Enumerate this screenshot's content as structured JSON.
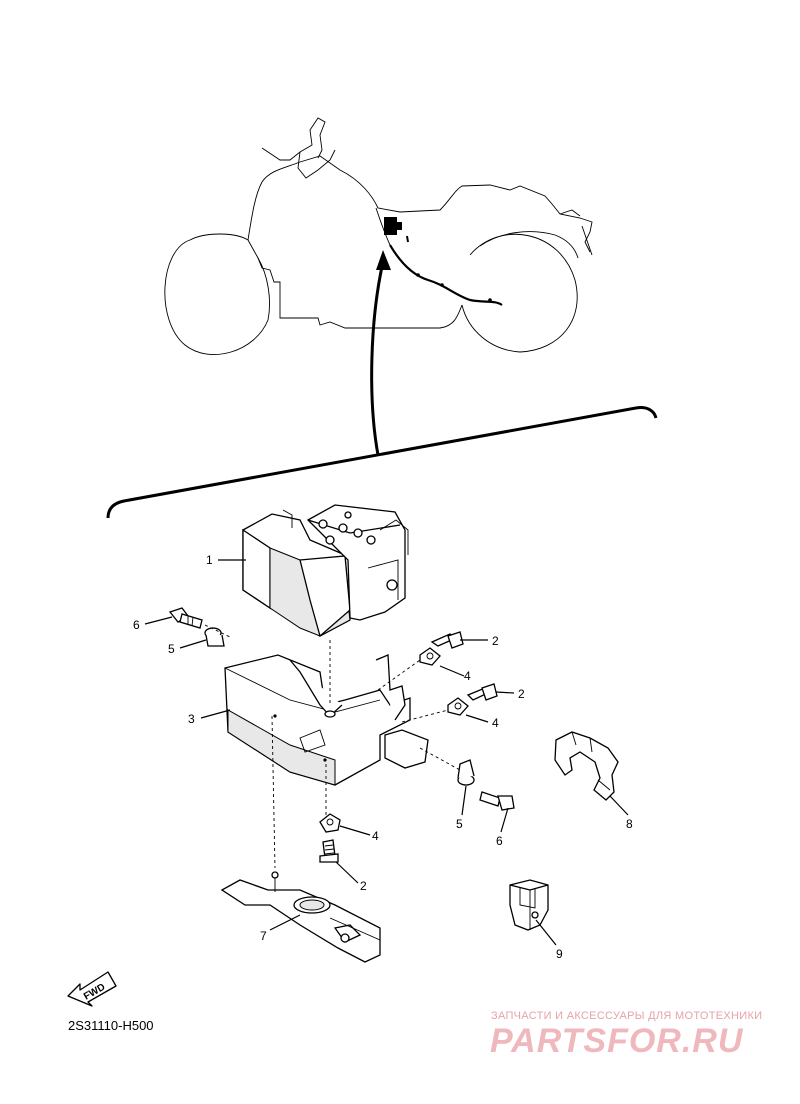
{
  "diagram": {
    "reference_code": "2S31110-H500",
    "fwd_label": "FWD",
    "callouts": {
      "c1": "1",
      "c2a": "2",
      "c2b": "2",
      "c2c": "2",
      "c3": "3",
      "c4a": "4",
      "c4b": "4",
      "c4c": "4",
      "c5a": "5",
      "c5b": "5",
      "c6a": "6",
      "c6b": "6",
      "c7": "7",
      "c8": "8",
      "c9": "9"
    }
  },
  "watermark": {
    "tagline": "ЗАПЧАСТИ И АКСЕССУАРЫ ДЛЯ МОТОТЕХНИКИ",
    "brand": "PARTSFOR.RU",
    "color": "#e6a3a8"
  }
}
